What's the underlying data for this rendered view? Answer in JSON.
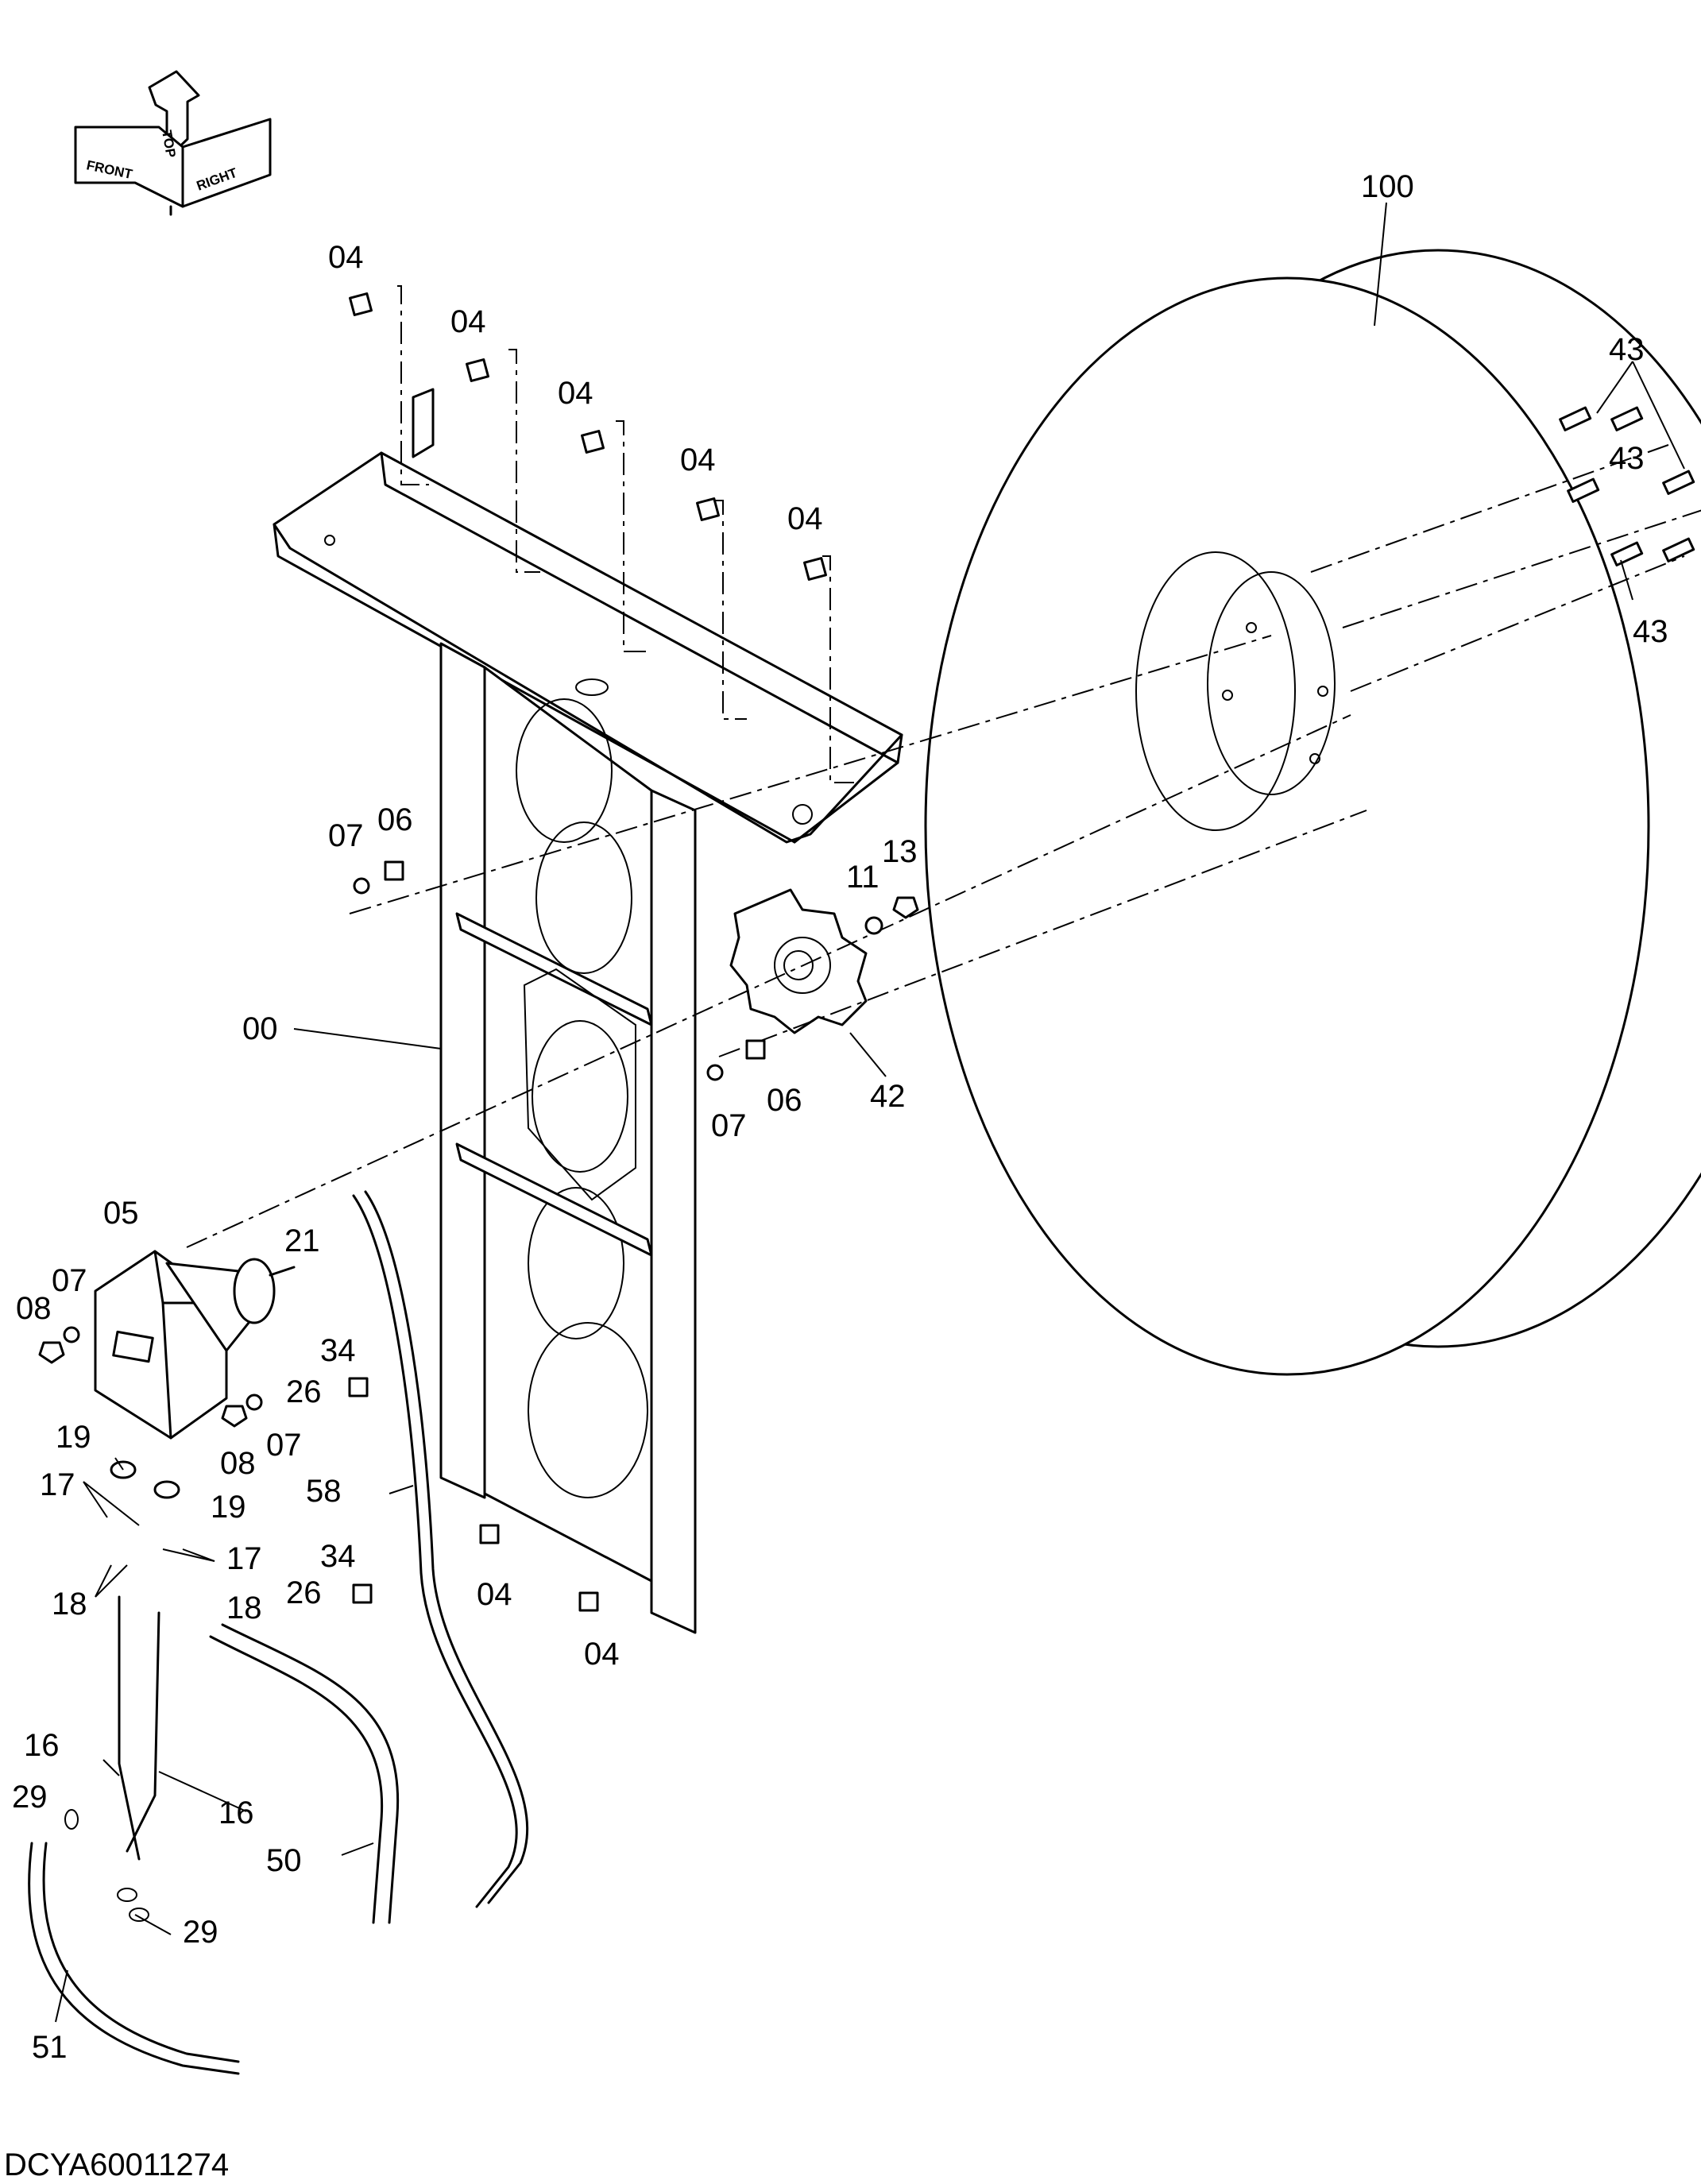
{
  "orientation": {
    "front": "FRONT",
    "top": "TOP",
    "right": "RIGHT"
  },
  "drawing_code": "DCYA60011274",
  "callouts": [
    "100",
    "43",
    "43",
    "43",
    "04",
    "04",
    "04",
    "04",
    "04",
    "07",
    "06",
    "11",
    "13",
    "00",
    "42",
    "06",
    "07",
    "05",
    "21",
    "07",
    "08",
    "34",
    "26",
    "08",
    "07",
    "19",
    "19",
    "17",
    "17",
    "18",
    "18",
    "58",
    "34",
    "26",
    "04",
    "04",
    "16",
    "16",
    "29",
    "50",
    "29",
    "51"
  ]
}
